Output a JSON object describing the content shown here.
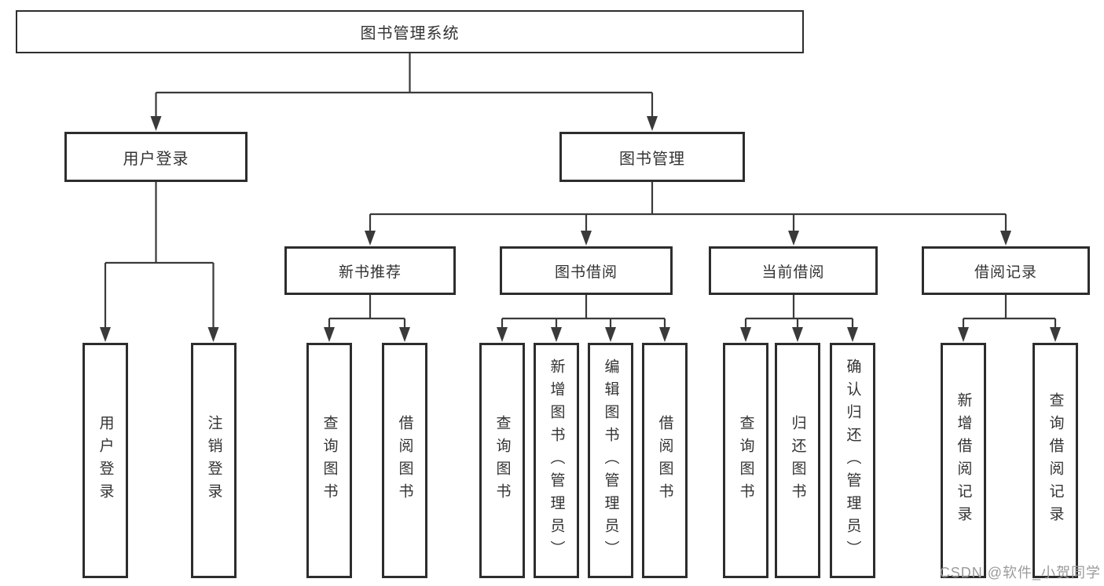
{
  "colors": {
    "line": "#3a3a3a",
    "box_border": "#2d2d2d",
    "text": "#333333",
    "watermark_text": "#9b9b9b",
    "background": "#ffffff"
  },
  "watermark": "CSDN @软件_小贺同学",
  "tree": {
    "label": "图书管理系统",
    "children": [
      {
        "label": "用户登录",
        "children": [
          {
            "label": "用户登录"
          },
          {
            "label": "注销登录"
          }
        ]
      },
      {
        "label": "图书管理",
        "children": [
          {
            "label": "新书推荐",
            "children": [
              {
                "label": "查询图书"
              },
              {
                "label": "借阅图书"
              }
            ]
          },
          {
            "label": "图书借阅",
            "children": [
              {
                "label": "查询图书"
              },
              {
                "label": "新增图书（管理员）"
              },
              {
                "label": "编辑图书（管理员）"
              },
              {
                "label": "借阅图书"
              }
            ]
          },
          {
            "label": "当前借阅",
            "children": [
              {
                "label": "查询图书"
              },
              {
                "label": "归还图书"
              },
              {
                "label": "确认归还（管理员）"
              }
            ]
          },
          {
            "label": "借阅记录",
            "children": [
              {
                "label": "新增借阅记录"
              },
              {
                "label": "查询借阅记录"
              }
            ]
          }
        ]
      }
    ]
  }
}
